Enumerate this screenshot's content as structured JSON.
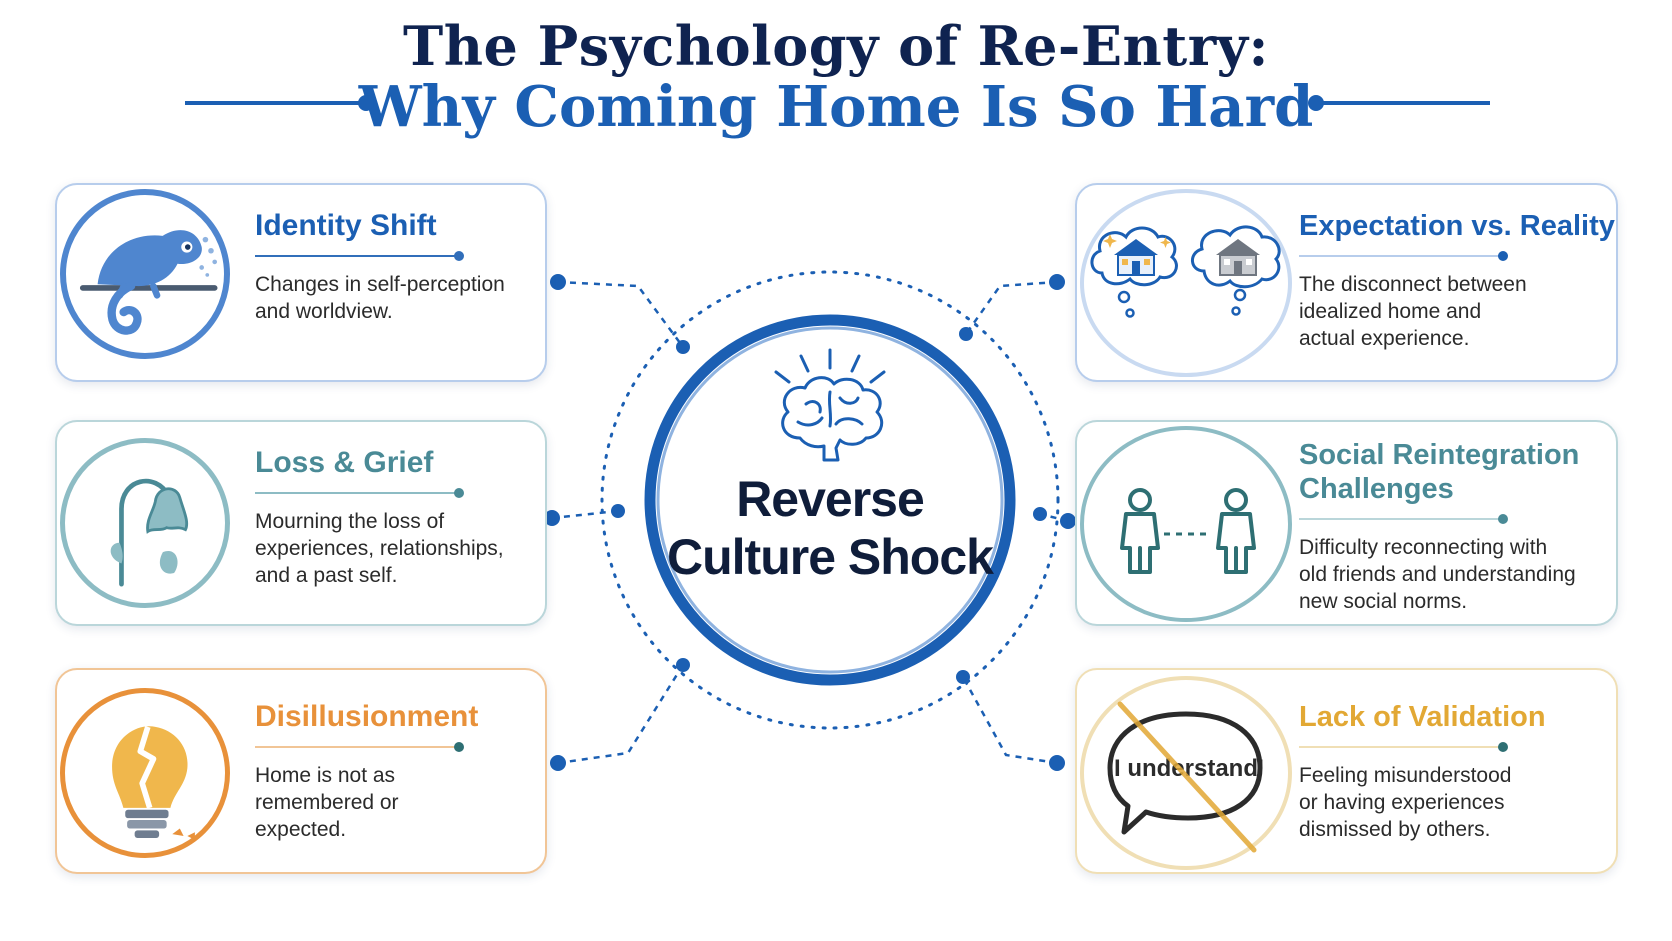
{
  "header": {
    "title_line1": "The Psychology of Re-Entry:",
    "title_line2": "Why Coming Home Is So Hard"
  },
  "center": {
    "line1": "Reverse",
    "line2": "Culture Shock",
    "icon": "brain-icon"
  },
  "colors": {
    "navy": "#0f2350",
    "blue": "#1b5fb3",
    "teal": "#4a8a96",
    "orange": "#e8913a",
    "gold": "#e2a834"
  },
  "cards": [
    {
      "title": "Identity Shift",
      "description_lines": [
        "Changes in self-perception",
        "and worldview."
      ],
      "icon": "chameleon-icon",
      "accent": "#1b5fb3"
    },
    {
      "title": "Loss & Grief",
      "description_lines": [
        "Mourning the loss of",
        "experiences, relationships,",
        "and a past self."
      ],
      "icon": "wilting-flower-icon",
      "accent": "#4a8a96"
    },
    {
      "title": "Disillusionment",
      "description_lines": [
        "Home is not as",
        "remembered or",
        "expected."
      ],
      "icon": "broken-lightbulb-icon",
      "accent": "#e8913a"
    },
    {
      "title": "Expectation vs. Reality",
      "description_lines": [
        "The disconnect between",
        "idealized home and",
        "actual experience."
      ],
      "icon": "thought-bubble-houses-icon",
      "accent": "#1b5fb3"
    },
    {
      "title_lines": [
        "Social Reintegration",
        "Challenges"
      ],
      "description_lines": [
        "Difficulty reconnecting with",
        "old friends and understanding",
        "new social norms."
      ],
      "icon": "two-people-icon",
      "accent": "#4a8a96"
    },
    {
      "title": "Lack of Validation",
      "description_lines": [
        "Feeling misunderstood",
        "or having experiences",
        "dismissed by others."
      ],
      "icon": "crossed-speech-bubble-icon",
      "accent": "#e2a834",
      "bubble_text": "'I understand'"
    }
  ]
}
